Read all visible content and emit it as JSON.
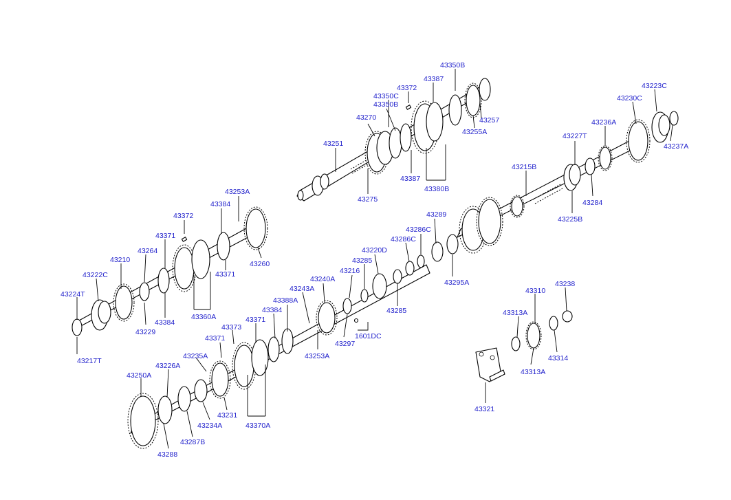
{
  "colors": {
    "label": "#2222cc",
    "ink": "#000000",
    "background": "#ffffff"
  },
  "labels": {
    "l43350B_top": "43350B",
    "l43387_top": "43387",
    "l43372_top": "43372",
    "l43350C": "43350C",
    "l43350B_mid": "43350B",
    "l43270": "43270",
    "l43251": "43251",
    "l43257": "43257",
    "l43255A": "43255A",
    "l43387_bot": "43387",
    "l43380B": "43380B",
    "l43275": "43275",
    "l43223C": "43223C",
    "l43230C": "43230C",
    "l43236A": "43236A",
    "l43237A": "43237A",
    "l43227T": "43227T",
    "l43215B": "43215B",
    "l43284": "43284",
    "l43225B": "43225B",
    "l43253A_top": "43253A",
    "l43384_top": "43384",
    "l43372_left": "43372",
    "l43371_a": "43371",
    "l43264": "43264",
    "l43210": "43210",
    "l43222C": "43222C",
    "l43224T": "43224T",
    "l43217T": "43217T",
    "l43229": "43229",
    "l43384_mid": "43384",
    "l43360A": "43360A",
    "l43371_b": "43371",
    "l43260": "43260",
    "l43289": "43289",
    "l43286C_a": "43286C",
    "l43286C_b": "43286C",
    "l43220D": "43220D",
    "l43285_a": "43285",
    "l43285_b": "43285",
    "l43295A": "43295A",
    "l43216": "43216",
    "l43240A": "43240A",
    "l43243A": "43243A",
    "l43388A": "43388A",
    "l43384_low": "43384",
    "l43371_c": "43371",
    "l43373": "43373",
    "l43371_d": "43371",
    "l43297": "43297",
    "l1601DC": "1601DC",
    "l43253A_bot": "43253A",
    "l43235A": "43235A",
    "l43226A": "43226A",
    "l43250A": "43250A",
    "l43231": "43231",
    "l43234A": "43234A",
    "l43370A": "43370A",
    "l43287B": "43287B",
    "l43288": "43288",
    "l43310": "43310",
    "l43238": "43238",
    "l43313A_top": "43313A",
    "l43314": "43314",
    "l43313A_bot": "43313A",
    "l43321": "43321"
  }
}
